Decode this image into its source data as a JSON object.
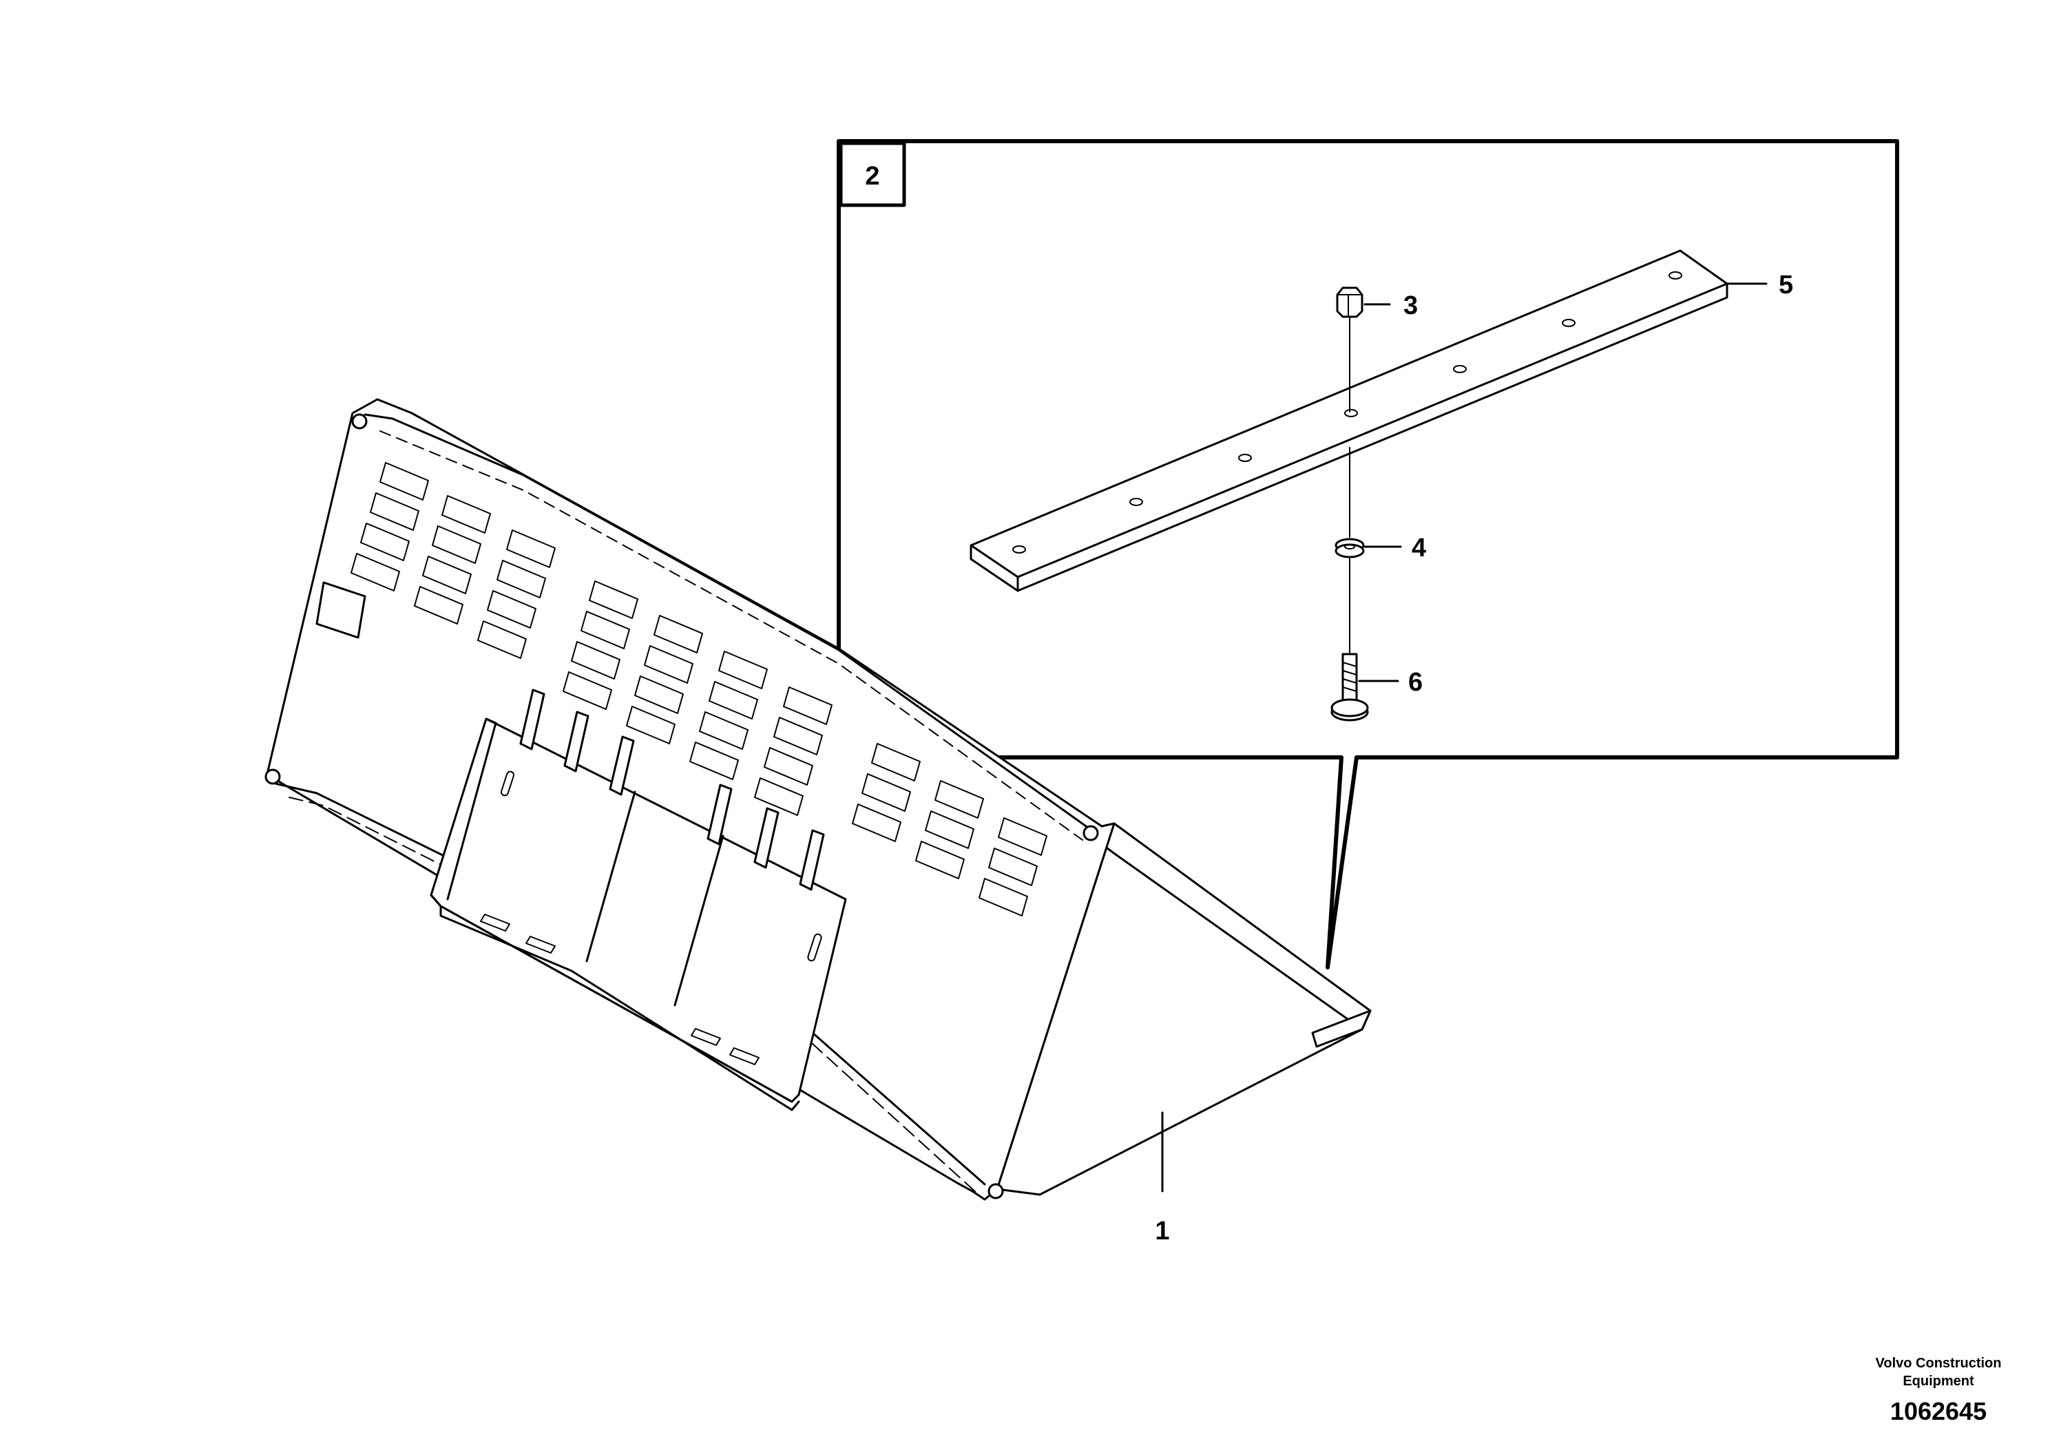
{
  "callouts": {
    "c1": "1",
    "c2": "2",
    "c3": "3",
    "c4": "4",
    "c5": "5",
    "c6": "6"
  },
  "footer": {
    "company_line1": "Volvo Construction",
    "company_line2": "Equipment",
    "drawing_number": "1062645"
  }
}
